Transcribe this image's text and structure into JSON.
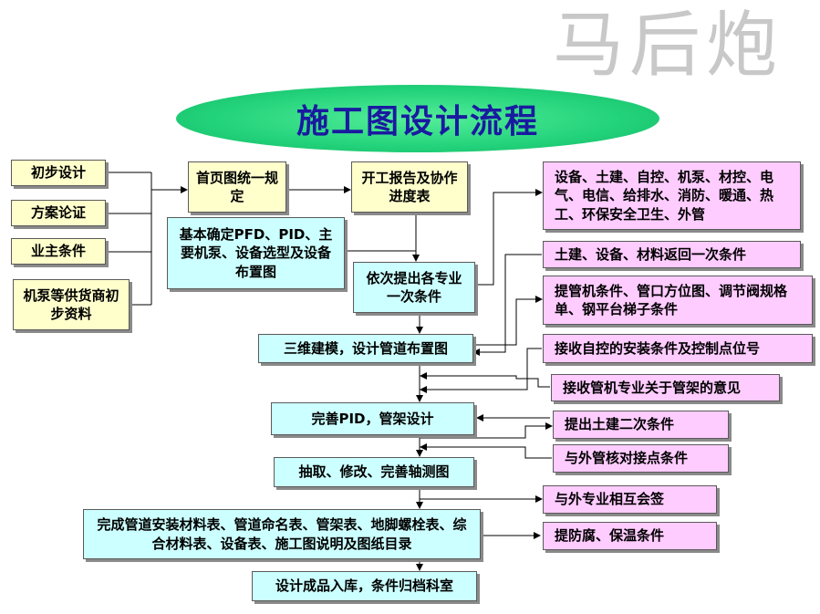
{
  "watermark": "马后炮",
  "title": "施工图设计流程",
  "inputs": {
    "prelim": "初步设计",
    "scheme": "方案论证",
    "owner": "业主条件",
    "vendor": "机泵等供货商初步资料"
  },
  "main": {
    "homepage": "首页图统一规定",
    "kickoff": "开工报告及协作进度表",
    "pfd": "基本确定PFD、PID、主要机泵、设备选型及设备布置图",
    "conditions": "依次提出各专业一次条件",
    "model3d": "三维建模，设计管道布置图",
    "pid_support": "完善PID，管架设计",
    "isometric": "抽取、修改、完善轴测图",
    "material": "完成管道安装材料表、管道命名表、管架表、地脚螺栓表、综合材料表、设备表、施工图说明及图纸目录",
    "archive": "设计成品入库，条件归档科室"
  },
  "side": {
    "disciplines": "设备、土建、自控、机泵、材控、电气、电信、给排水、消防、暖通、热工、环保安全卫生、外管",
    "return1": "土建、设备、材料返回一次条件",
    "equip_cond": "提管机条件、管口方位图、调节阀规格单、钢平台梯子条件",
    "instrument": "接收自控的安装条件及控制点位号",
    "support_opinion": "接收管机专业关于管架的意见",
    "civil2": "提出土建二次条件",
    "external": "与外管核对接点条件",
    "countersign": "与外专业相互会签",
    "anticorrosion": "提防腐、保温条件"
  },
  "colors": {
    "title_oval": "#22d27a",
    "title_text": "#1a1aa0",
    "yellow_box": "#ffffcc",
    "cyan_box": "#ccffff",
    "pink_box": "#ffccff",
    "watermark": "#c8c8c8"
  }
}
